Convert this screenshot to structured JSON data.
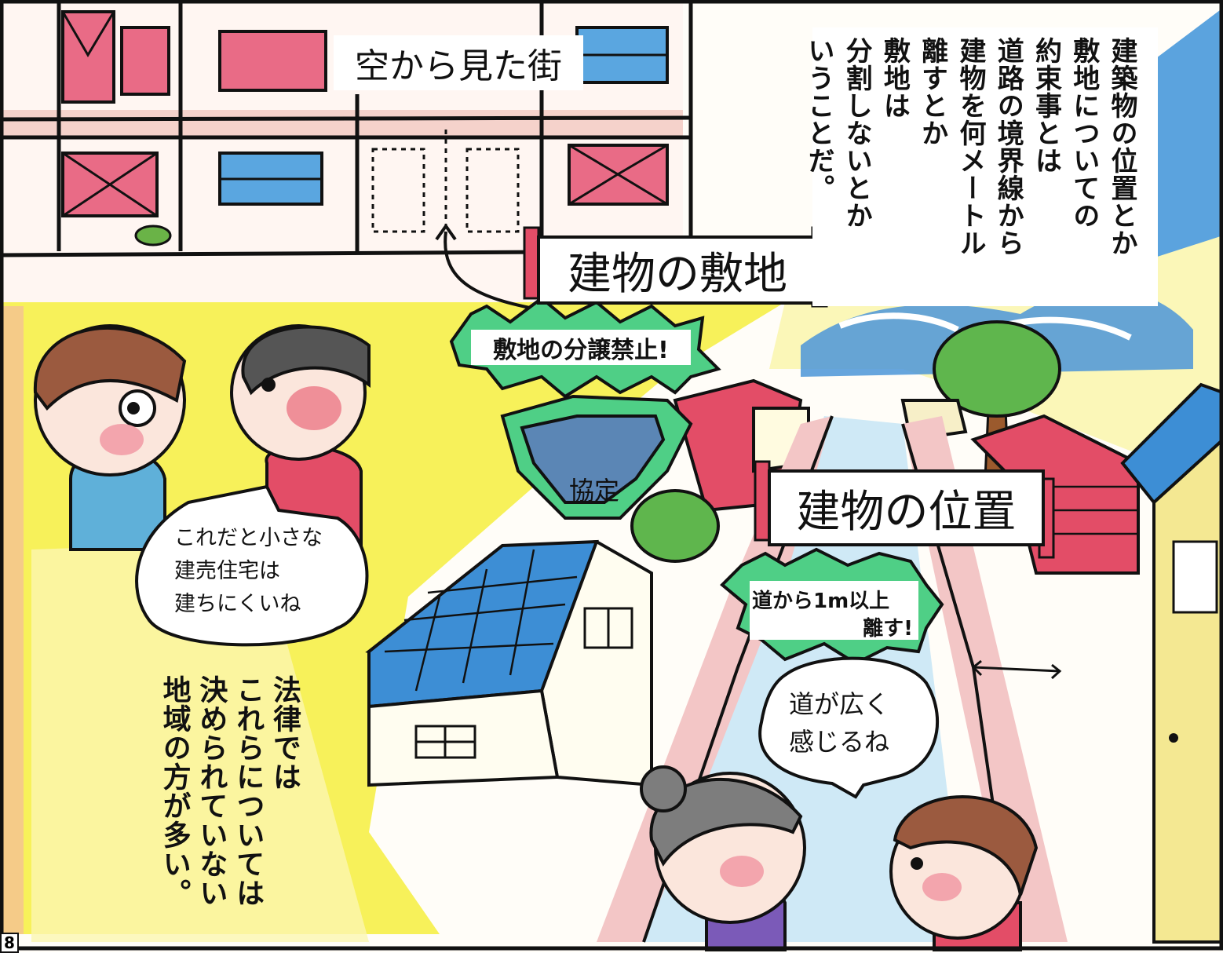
{
  "panel": {
    "aerial_title": "空から見た街",
    "lot_banner": "建物の敷地",
    "position_banner": "建物の位置",
    "narration_top": [
      "建築物の位置とか",
      "敷地についての",
      "約束事とは",
      "道路の境界線から",
      "建物を何メートル",
      "離すとか",
      "敷地は",
      "分割しないとか",
      "いうことだ。"
    ],
    "narration_bottom": [
      "法律では",
      "これらについては",
      "決められていない",
      "地域の方が多い。"
    ],
    "burst_lot": "敷地の分譲禁止!",
    "burst_road_line1": "道から1m以上",
    "burst_road_line2": "離す!",
    "handshake_label": "協定",
    "speech_left": [
      "これだと小さな",
      "建売住宅は",
      "建ちにくいね"
    ],
    "speech_right": [
      "道が広く",
      "感じるね"
    ],
    "page_number": "8"
  },
  "colors": {
    "ink": "#111111",
    "roof_red": "#e04a6a",
    "roof_blue": "#3a8ed8",
    "ground_yellow": "#f4ee3a",
    "sky_blue": "#3b8fd6",
    "burst_green": "#4fcf86",
    "skin_pink": "#f7b7b7"
  }
}
